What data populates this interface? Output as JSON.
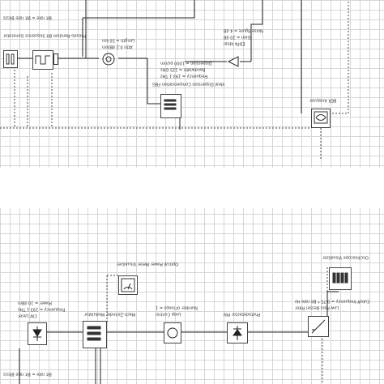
{
  "upper": {
    "rate_label": "Bit rate = Bit rate  Bits/s",
    "prbs_label": "Pseudo-Random Bit Sequence Generator",
    "fiber_label": "Length = 50 km",
    "fiber_attn": "Attn 0.2 dB/km",
    "fbg_label1": "Dispersion = 1000 ps/nm",
    "fbg_label2": "Bandwidth = 125 GHz",
    "fbg_label3": "Frequency = 193.1 THz",
    "fbg_label4": "Ideal Dispersion Compensation FBG",
    "edfa_label1": "Noise figure = 4 dB",
    "edfa_label2": "Gain = 20 dB",
    "edfa_label3": "EDFA Ideal",
    "ber_label": "BER Analyzer"
  },
  "lower": {
    "osa_label": "Optical Power Meter Visualizer",
    "cw_label1": "Power = 10 dBm",
    "cw_label2": "Frequency = 193.1 THz",
    "cw_label3": "CW Laser",
    "mod_label": "Mach-Zehnder Modulator",
    "circ_label1": "Number of loops = 1",
    "circ_label2": "Loop Control",
    "pd_label": "Photodetector PIN",
    "lpf_label1": "Cutoff frequency = 0.75 * Bit rate  Hz",
    "lpf_label2": "Low Pass Bessel Filter",
    "scope_label": "Oscilloscope Visualizer",
    "rate_label": "Bit rate = Bit rate  Bits/s"
  }
}
